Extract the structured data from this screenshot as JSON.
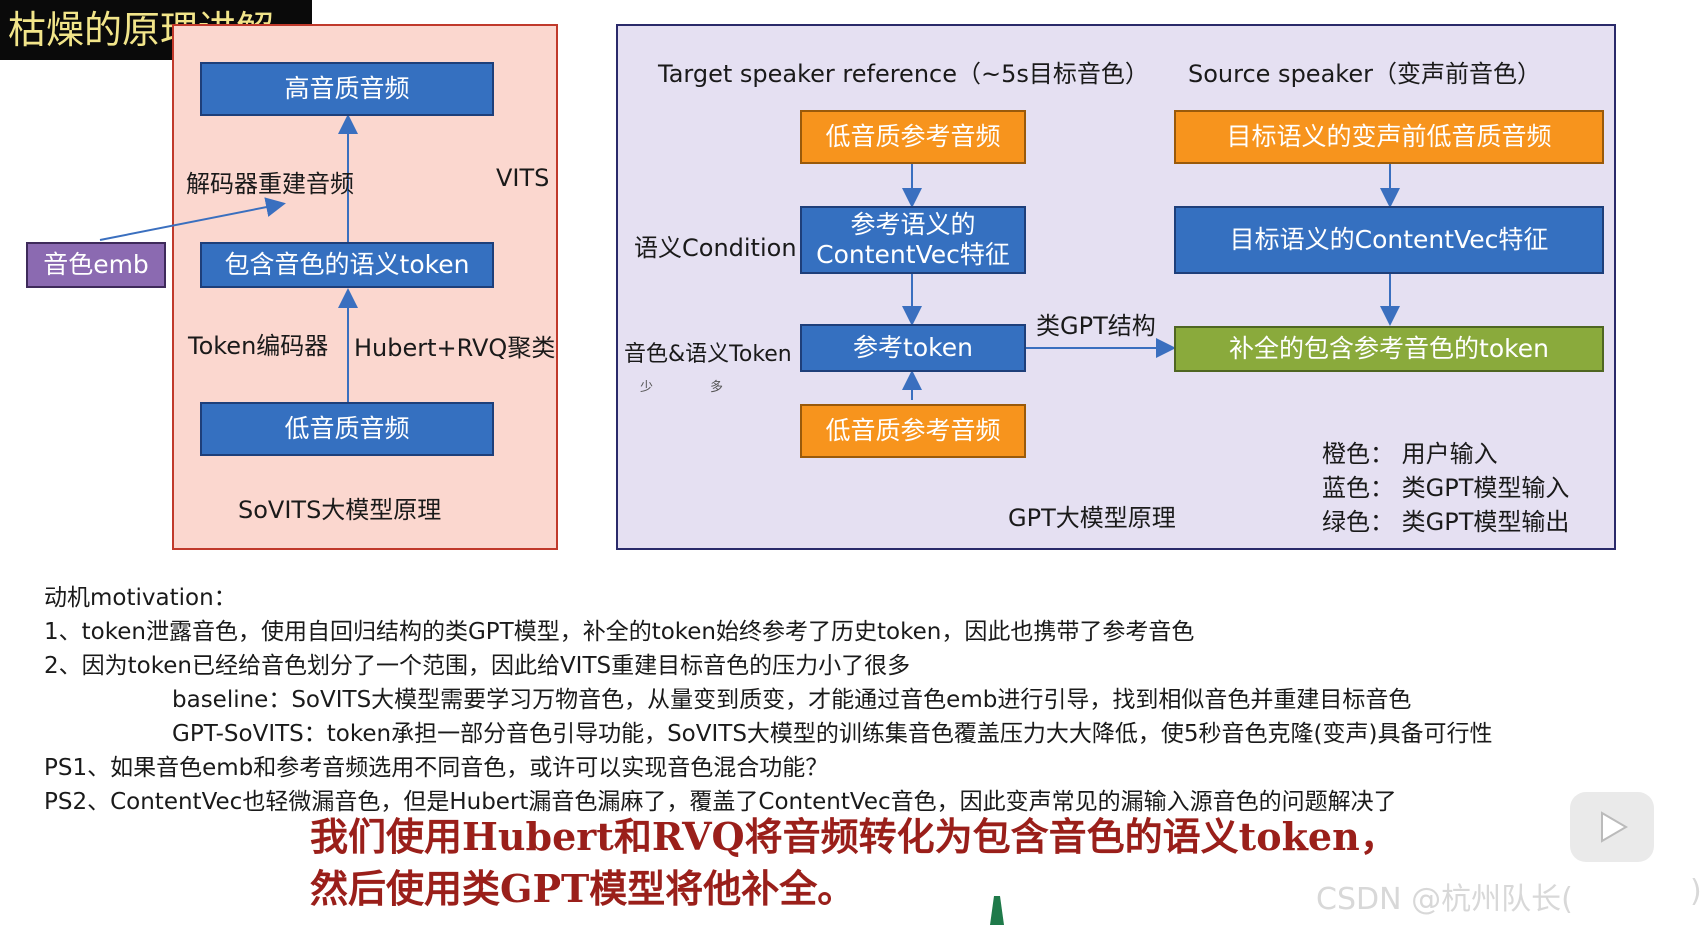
{
  "header": {
    "title": "枯燥的原理讲解"
  },
  "sovits": {
    "high_quality": "高音质音频",
    "decoder_label": "解码器重建音频",
    "vits_label": "VITS",
    "timbre_emb": "音色emb",
    "semantic_token": "包含音色的语义token",
    "token_encoder": "Token编码器",
    "hubert_rvq": "Hubert+RVQ聚类",
    "low_quality": "低音质音频",
    "caption": "SoVITS大模型原理"
  },
  "gpt": {
    "target_ref": "Target speaker reference（~5s目标音色）",
    "source_speaker": "Source speaker（变声前音色）",
    "low_ref_top": "低音质参考音频",
    "ref_cv_line1": "参考语义的",
    "ref_cv_line2": "ContentVec特征",
    "semantic_condition": "语义Condition",
    "timbre_semantic_token": "音色&语义Token",
    "less": "少",
    "more": "多",
    "ref_token": "参考token",
    "low_ref_bottom": "低音质参考音频",
    "src_low_audio": "目标语义的变声前低音质音频",
    "src_cv": "目标语义的ContentVec特征",
    "gpt_struct": "类GPT结构",
    "completed_token": "补全的包含参考音色的token",
    "caption": "GPT大模型原理",
    "legend": {
      "orange": "橙色：  用户输入",
      "blue": "蓝色：  类GPT模型输入",
      "green": "绿色：  类GPT模型输出"
    }
  },
  "notes": {
    "motivation": "动机motivation：",
    "line1": "1、token泄露音色，使用自回归结构的类GPT模型，补全的token始终参考了历史token，因此也携带了参考音色",
    "line2": "2、因为token已经给音色划分了一个范围，因此给VITS重建目标音色的压力小了很多",
    "baseline": "baseline：SoVITS大模型需要学习万物音色，从量变到质变，才能通过音色emb进行引导，找到相似音色并重建目标音色",
    "gpt_sovits": "GPT-SoVITS：token承担一部分音色引导功能，SoVITS大模型的训练集音色覆盖压力大大降低，使5秒音色克隆(变声)具备可行性",
    "ps1": "PS1、如果音色emb和参考音频选用不同音色，或许可以实现音色混合功能？",
    "ps2": "PS2、ContentVec也轻微漏音色，但是Hubert漏音色漏麻了，覆盖了ContentVec音色，因此变声常见的漏输入源音色的问题解决了"
  },
  "subtitle": {
    "line1": "我们使用Hubert和RVQ将音频转化为包含音色的语义token，",
    "line2": "然后使用类GPT模型将他补全。"
  },
  "watermark": "CSDN @杭州队长(",
  "watermark_end": ")",
  "colors": {
    "orange": "#f7941d",
    "blue": "#3570c0",
    "green": "#8aaa3c",
    "purple": "#8b6ab1"
  },
  "icons": {
    "play": "play-icon"
  }
}
